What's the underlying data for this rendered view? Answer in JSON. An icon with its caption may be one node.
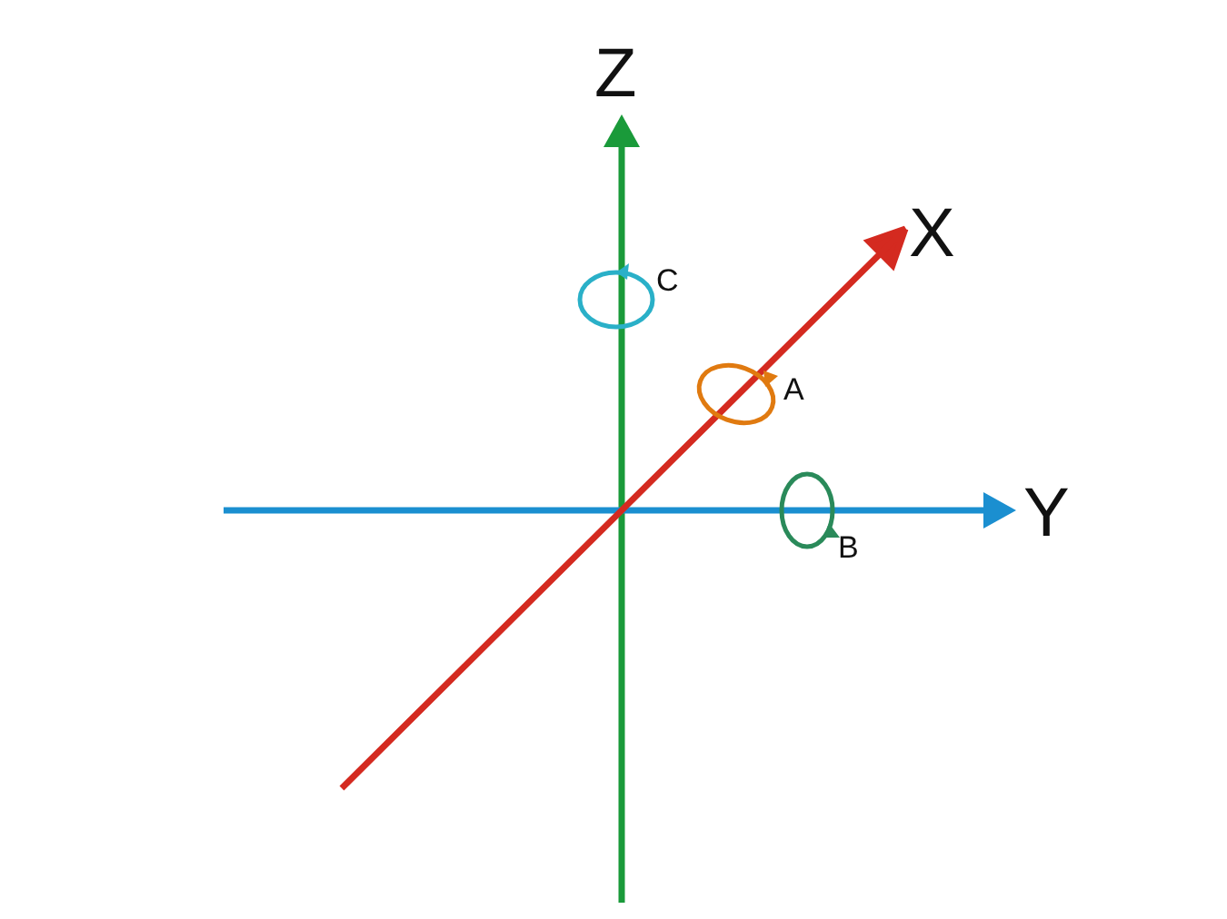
{
  "diagram": {
    "labels": [
      "Z",
      "X",
      "C",
      "A",
      "Y",
      "B"
    ]
  }
}
